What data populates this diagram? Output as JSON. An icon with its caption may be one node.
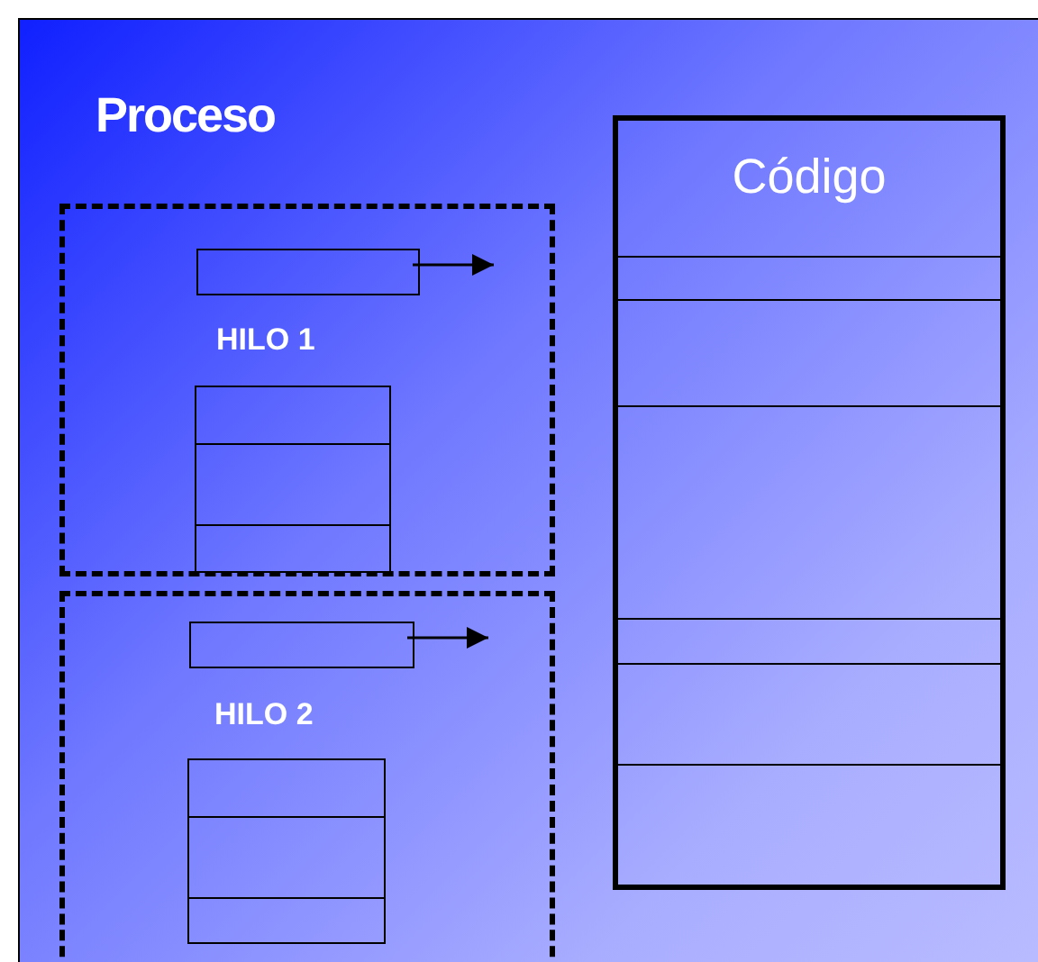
{
  "diagram": {
    "nodes": [
      {
        "text": [
          "Proceso"
        ]
      },
      {
        "text": [
          "HILO 1"
        ],
        "in": 0
      },
      {
        "text": [],
        "shape": "box",
        "in": 1
      },
      {
        "text": [],
        "shape": "box",
        "in": 1
      },
      {
        "text": [
          "HILO 2"
        ],
        "in": 0
      },
      {
        "text": [],
        "shape": "box",
        "in": 4
      },
      {
        "text": [],
        "shape": "box",
        "in": 4
      },
      {
        "text": [
          "Código"
        ],
        "in": 0
      }
    ],
    "edges": [
      {
        "from": 2,
        "to": null,
        "arrow": "to"
      },
      {
        "from": 5,
        "to": null,
        "arrow": "to"
      }
    ]
  }
}
